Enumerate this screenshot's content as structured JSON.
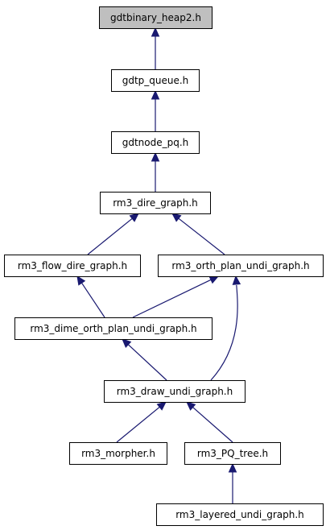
{
  "diagram": {
    "nodes": [
      {
        "id": "n0",
        "label": "gdtbinary_heap2.h",
        "highlighted": true
      },
      {
        "id": "n1",
        "label": "gdtp_queue.h"
      },
      {
        "id": "n2",
        "label": "gdtnode_pq.h"
      },
      {
        "id": "n3",
        "label": "rm3_dire_graph.h"
      },
      {
        "id": "n4",
        "label": "rm3_flow_dire_graph.h"
      },
      {
        "id": "n5",
        "label": "rm3_orth_plan_undi_graph.h"
      },
      {
        "id": "n6",
        "label": "rm3_dime_orth_plan_undi_graph.h"
      },
      {
        "id": "n7",
        "label": "rm3_draw_undi_graph.h"
      },
      {
        "id": "n8",
        "label": "rm3_morpher.h"
      },
      {
        "id": "n9",
        "label": "rm3_PQ_tree.h"
      },
      {
        "id": "n10",
        "label": "rm3_layered_undi_graph.h"
      }
    ],
    "edges": [
      {
        "from": "n1",
        "to": "n0"
      },
      {
        "from": "n2",
        "to": "n1"
      },
      {
        "from": "n3",
        "to": "n2"
      },
      {
        "from": "n4",
        "to": "n3"
      },
      {
        "from": "n5",
        "to": "n3"
      },
      {
        "from": "n6",
        "to": "n4"
      },
      {
        "from": "n6",
        "to": "n5"
      },
      {
        "from": "n7",
        "to": "n5"
      },
      {
        "from": "n7",
        "to": "n6"
      },
      {
        "from": "n8",
        "to": "n7"
      },
      {
        "from": "n9",
        "to": "n7"
      },
      {
        "from": "n10",
        "to": "n9"
      }
    ],
    "colors": {
      "highlight_fill": "#bfbfbf",
      "node_fill": "#ffffff",
      "node_border": "#000000",
      "edge": "#191970"
    }
  }
}
